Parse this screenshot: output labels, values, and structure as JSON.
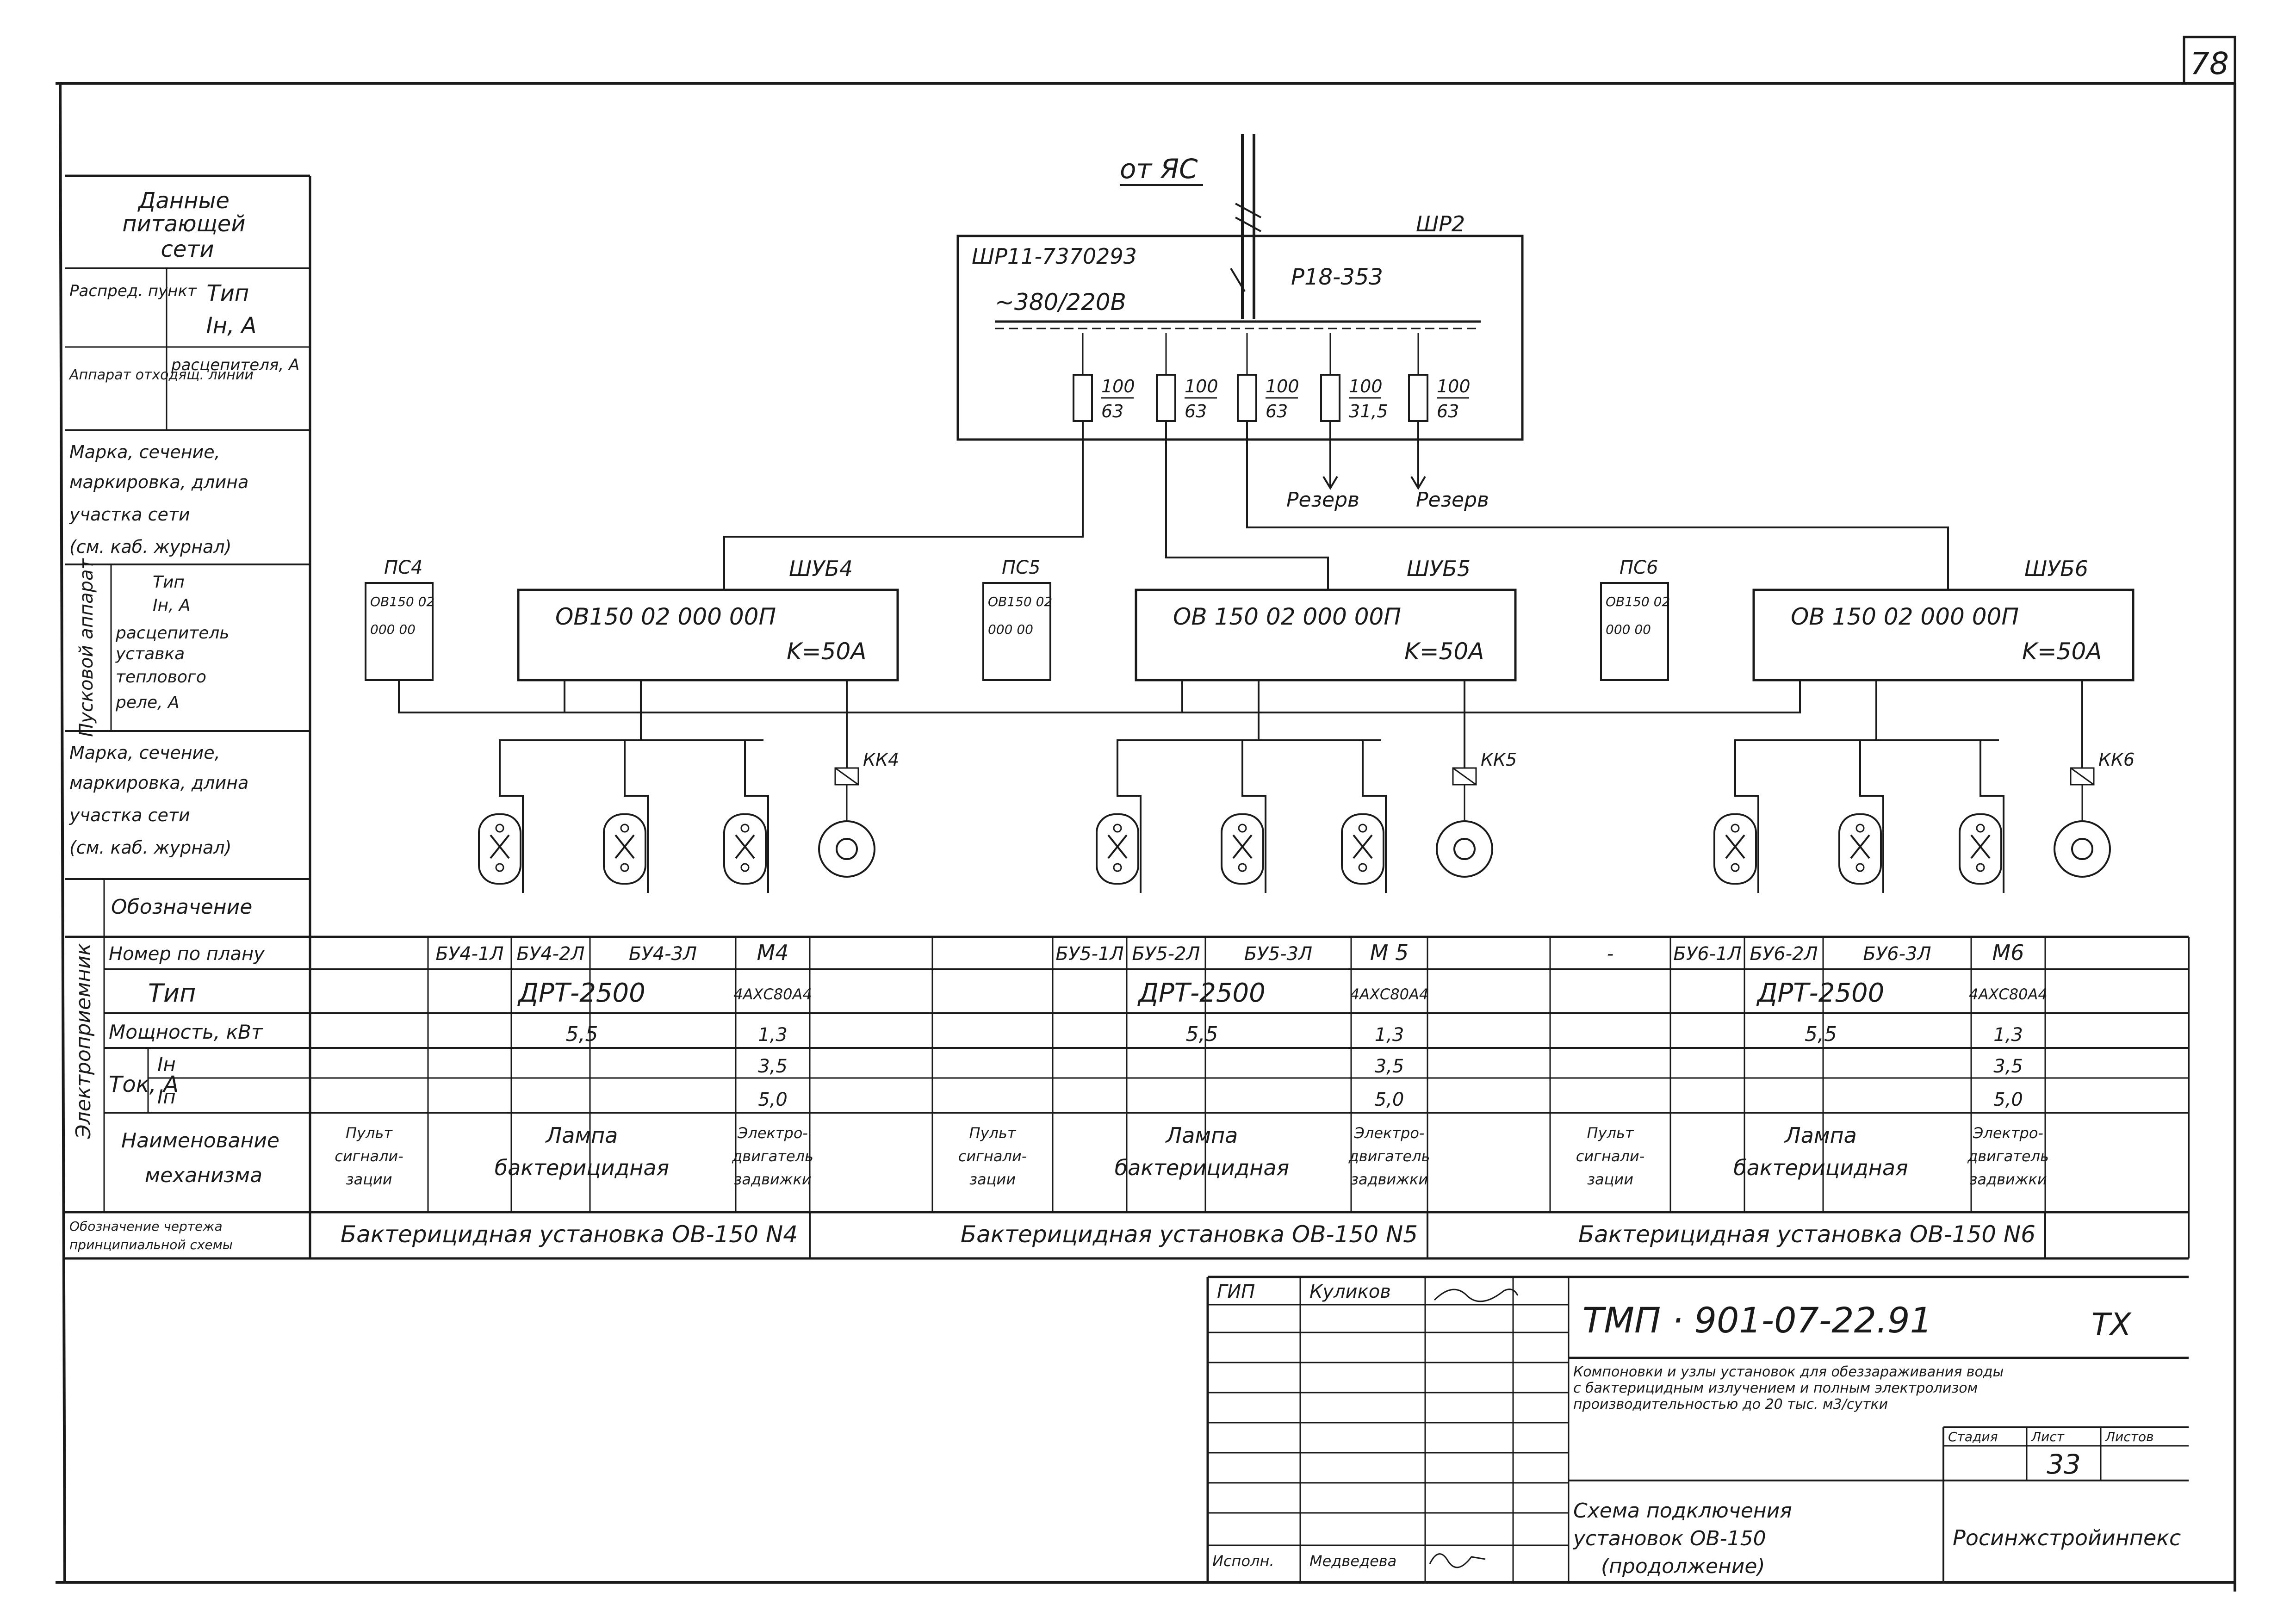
{
  "sheet_no": "78",
  "left_panel": {
    "supply_heading": [
      "Данные",
      "питающей",
      "сети"
    ],
    "distr_point": "Распред. пункт",
    "type_in": [
      "Тип",
      "Iн, А"
    ],
    "outgoing": "Аппарат отходящ. линии",
    "release": "расцепителя, А",
    "cable1": [
      "Марка, сечение,",
      "маркировка, длина",
      "участка сети",
      "(см. каб. журнал)"
    ],
    "starter_vertical": "Пусковой аппарат",
    "starter_text": [
      "Тип",
      "Iн, А",
      "расцепитель",
      "уставка",
      "теплового",
      "реле, А"
    ],
    "cable2": [
      "Марка, сечение,",
      "маркировка, длина",
      "участка сети",
      "(см. каб. журнал)"
    ],
    "consumer_vertical": "Электроприемник",
    "designation": "Обозначение",
    "plan_no": "Номер по плану",
    "type": "Тип",
    "power": "Мощность, кВт",
    "current": "Ток, А",
    "i_nom": "Iн",
    "i_start": "Iп",
    "mech_name": [
      "Наименование",
      "механизма"
    ],
    "drawing_ref": [
      "Обозначение чертежа",
      "принципиальной схемы"
    ]
  },
  "top": {
    "from_label": "от ЯС",
    "cabinet_id": "ШР2",
    "cabinet_type": "ШР11-7370293",
    "voltage": "~380/220В",
    "switch": "Р18-353",
    "fuses": [
      {
        "top": "100",
        "bottom": "63"
      },
      {
        "top": "100",
        "bottom": "63"
      },
      {
        "top": "100",
        "bottom": "63"
      },
      {
        "top": "100",
        "bottom": "31,5"
      },
      {
        "top": "100",
        "bottom": "63"
      }
    ],
    "reserve": [
      "Резерв",
      "Резерв"
    ]
  },
  "groups": [
    {
      "panel_label": "ПС4",
      "panel_text": [
        "ОВ150 02",
        "000 00"
      ],
      "box_label": "ШУБ4",
      "box_text": "ОВ150  02  000  00П",
      "k_value": "K=50A",
      "kk": "КК4",
      "lamps": [
        "БУ4-1Л",
        "БУ4-2Л",
        "БУ4-3Л"
      ],
      "motor_plan": "М4",
      "lamp_type": "ДРТ-2500",
      "motor_type": "4АХС80А4",
      "lamp_power": "5,5",
      "motor_power": "1,3",
      "motor_in": "3,5",
      "motor_ip": "5,0",
      "panel_mech": [
        "Пульт",
        "сигнали-",
        "зации"
      ],
      "lamp_mech": [
        "Лампа",
        "бактерицидная"
      ],
      "motor_mech": [
        "Электро-",
        "двигатель",
        "задвижки"
      ],
      "drawing": "Бактерицидная установка ОВ-150 N4",
      "plan_dash": ""
    },
    {
      "panel_label": "ПС5",
      "panel_text": [
        "ОВ150 02",
        "000 00"
      ],
      "box_label": "ШУБ5",
      "box_text": "ОВ 150  02  000  00П",
      "k_value": "K=50A",
      "kk": "КК5",
      "lamps": [
        "БУ5-1Л",
        "БУ5-2Л",
        "БУ5-3Л"
      ],
      "motor_plan": "М 5",
      "lamp_type": "ДРТ-2500",
      "motor_type": "4АХС80А4",
      "lamp_power": "5,5",
      "motor_power": "1,3",
      "motor_in": "3,5",
      "motor_ip": "5,0",
      "panel_mech": [
        "Пульт",
        "сигнали-",
        "зации"
      ],
      "lamp_mech": [
        "Лампа",
        "бактерицидная"
      ],
      "motor_mech": [
        "Электро-",
        "двигатель",
        "задвижки"
      ],
      "drawing": "Бактерицидная установка ОВ-150 N5",
      "plan_dash": ""
    },
    {
      "panel_label": "ПС6",
      "panel_text": [
        "ОВ150 02",
        "000 00"
      ],
      "box_label": "ШУБ6",
      "box_text": "ОВ 150  02  000  00П",
      "k_value": "K=50A",
      "kk": "КК6",
      "lamps": [
        "БУ6-1Л",
        "БУ6-2Л",
        "БУ6-3Л"
      ],
      "motor_plan": "М6",
      "lamp_type": "ДРТ-2500",
      "motor_type": "4АХС80А4",
      "lamp_power": "5,5",
      "motor_power": "1,3",
      "motor_in": "3,5",
      "motor_ip": "5,0",
      "panel_mech": [
        "Пульт",
        "сигнали-",
        "зации"
      ],
      "lamp_mech": [
        "Лампа",
        "бактерицидная"
      ],
      "motor_mech": [
        "Электро-",
        "двигатель",
        "задвижки"
      ],
      "drawing": "Бактерицидная установка ОВ-150 N6",
      "plan_dash": "-"
    }
  ],
  "title_block": {
    "gip_label": "ГИП",
    "gip_name": "Куликов",
    "ispoln_label": "Исполн.",
    "ispoln_name": "Медведева",
    "code": "ТМП · 901-07-22.91",
    "suffix": "ТХ",
    "project_name": [
      "Компоновки и узлы установок для обеззараживания воды",
      "с бактерицидным излучением и полным электролизом",
      "производительностью до 20 тыс. м3/сутки"
    ],
    "stage_label": "Стадия",
    "sheet_label": "Лист",
    "sheets_label": "Листов",
    "sheet_value": "33",
    "drawing_title": [
      "Схема подключения",
      "установок ОВ-150",
      "(продолжение)"
    ],
    "organization": "Росинжстройинпекс"
  },
  "colors": {
    "ink": "#1a1a1a",
    "paper": "#ffffff"
  }
}
